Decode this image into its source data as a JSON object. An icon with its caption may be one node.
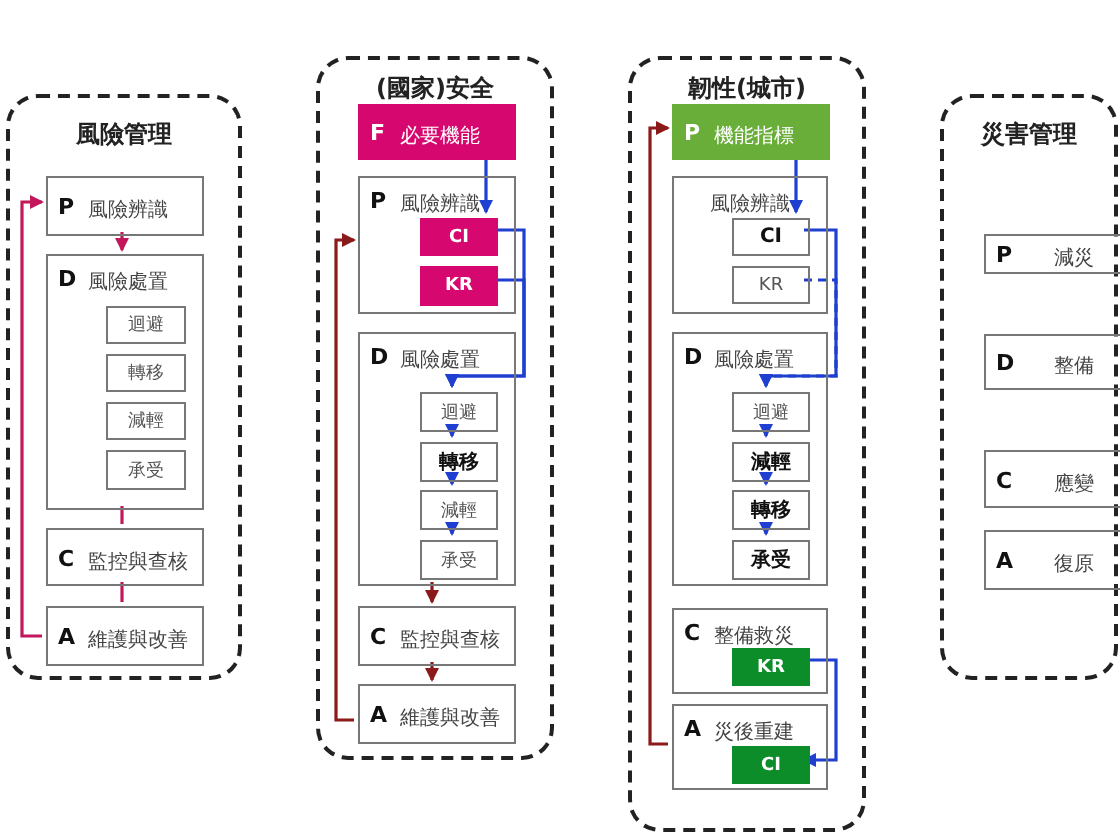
{
  "diagram": {
    "nodes": [
      {
        "text": [
          "風險管理"
        ]
      },
      {
        "text": [
          "P",
          "風險辨識"
        ],
        "in": 0
      },
      {
        "text": [
          "D",
          "風險處置"
        ],
        "in": 0
      },
      {
        "text": [
          "迴避"
        ],
        "in": 2
      },
      {
        "text": [
          "轉移"
        ],
        "in": 2
      },
      {
        "text": [
          "減輕"
        ],
        "in": 2
      },
      {
        "text": [
          "承受"
        ],
        "in": 2
      },
      {
        "text": [
          "C",
          "監控與查核"
        ],
        "in": 0
      },
      {
        "text": [
          "A",
          "維護與改善"
        ],
        "in": 0
      },
      {
        "text": [
          "(國家)安全"
        ]
      },
      {
        "text": [
          "F",
          "必要機能"
        ],
        "in": 9
      },
      {
        "text": [
          "P",
          "風險辨識"
        ],
        "in": 9
      },
      {
        "text": [
          "CI"
        ],
        "in": 11
      },
      {
        "text": [
          "KR"
        ],
        "in": 11
      },
      {
        "text": [
          "D",
          "風險處置"
        ],
        "in": 9
      },
      {
        "text": [
          "迴避"
        ],
        "in": 14
      },
      {
        "text": [
          "轉移"
        ],
        "in": 14
      },
      {
        "text": [
          "減輕"
        ],
        "in": 14
      },
      {
        "text": [
          "承受"
        ],
        "in": 14
      },
      {
        "text": [
          "C",
          "監控與查核"
        ],
        "in": 9
      },
      {
        "text": [
          "A",
          "維護與改善"
        ],
        "in": 9
      },
      {
        "text": [
          "韌性(城市)"
        ]
      },
      {
        "text": [
          "P",
          "機能指標"
        ],
        "in": 21
      },
      {
        "text": [
          "風險辨識"
        ],
        "in": 21
      },
      {
        "text": [
          "CI"
        ],
        "in": 23
      },
      {
        "text": [
          "KR"
        ],
        "in": 23
      },
      {
        "text": [
          "D",
          "風險處置"
        ],
        "in": 21
      },
      {
        "text": [
          "迴避"
        ],
        "in": 26
      },
      {
        "text": [
          "減輕"
        ],
        "in": 26
      },
      {
        "text": [
          "轉移"
        ],
        "in": 26
      },
      {
        "text": [
          "承受"
        ],
        "in": 26
      },
      {
        "text": [
          "C",
          "整備救災"
        ],
        "in": 21
      },
      {
        "text": [
          "KR"
        ],
        "in": 31
      },
      {
        "text": [
          "A",
          "災後重建"
        ],
        "in": 21
      },
      {
        "text": [
          "CI"
        ],
        "in": 33
      },
      {
        "text": [
          "災害管理"
        ]
      },
      {
        "text": [
          "P",
          "減災"
        ],
        "in": 35
      },
      {
        "text": [
          "D",
          "整備"
        ],
        "in": 35
      },
      {
        "text": [
          "C",
          "應變"
        ],
        "in": 35
      },
      {
        "text": [
          "A",
          "復原"
        ],
        "in": 35
      }
    ],
    "edges": [
      {
        "from": 1,
        "to": 2,
        "arrow": "to",
        "color": "#c2185b"
      },
      {
        "from": 2,
        "to": 7,
        "arrow": "none",
        "color": "#c2185b"
      },
      {
        "from": 7,
        "to": 8,
        "arrow": "none",
        "color": "#c2185b"
      },
      {
        "from": 8,
        "to": 1,
        "arrow": "to",
        "color": "#c2185b"
      },
      {
        "from": 10,
        "to": 12,
        "arrow": "to"
      },
      {
        "from": 12,
        "to": 15,
        "arrow": "to"
      },
      {
        "from": 13,
        "to": 15,
        "arrow": "to"
      },
      {
        "from": 15,
        "to": 16,
        "arrow": "to"
      },
      {
        "from": 16,
        "to": 17,
        "arrow": "to"
      },
      {
        "from": 17,
        "to": 18,
        "arrow": "to"
      },
      {
        "from": 14,
        "to": 19,
        "arrow": "to",
        "color": "#8b1a1a"
      },
      {
        "from": 19,
        "to": 20,
        "arrow": "to",
        "color": "#8b1a1a"
      },
      {
        "from": 20,
        "to": 11,
        "arrow": "to",
        "color": "#8b1a1a"
      },
      {
        "from": 22,
        "to": 24,
        "arrow": "to"
      },
      {
        "from": 24,
        "to": 27,
        "arrow": "to"
      },
      {
        "from": 25,
        "to": 27,
        "arrow": "to",
        "style": "dashed"
      },
      {
        "from": 27,
        "to": 28,
        "arrow": "to"
      },
      {
        "from": 28,
        "to": 29,
        "arrow": "to"
      },
      {
        "from": 29,
        "to": 30,
        "arrow": "to"
      },
      {
        "from": 32,
        "to": 34,
        "arrow": "to"
      },
      {
        "from": 33,
        "to": 22,
        "arrow": "to",
        "color": "#8b1a1a"
      }
    ]
  }
}
